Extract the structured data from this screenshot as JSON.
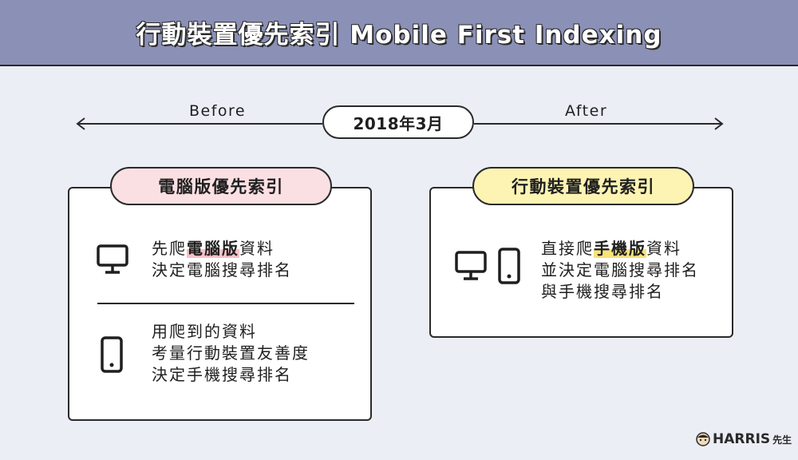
{
  "header": {
    "title": "行動裝置優先索引 Mobile First Indexing"
  },
  "timeline": {
    "before_label": "Before",
    "after_label": "After",
    "date": "2018年3月"
  },
  "left_panel": {
    "title": "電腦版優先索引",
    "block1": {
      "line1_prefix": "先爬",
      "line1_highlight": "電腦版",
      "line1_suffix": "資料",
      "line2": "決定電腦搜尋排名"
    },
    "block2": {
      "line1": "用爬到的資料",
      "line2": "考量行動裝置友善度",
      "line3": "決定手機搜尋排名"
    }
  },
  "right_panel": {
    "title": "行動裝置優先索引",
    "block": {
      "line1_prefix": "直接爬",
      "line1_highlight": "手機版",
      "line1_suffix": "資料",
      "line2": "並決定電腦搜尋排名",
      "line3": "與手機搜尋排名"
    }
  },
  "watermark": {
    "brand": "HARRIS",
    "suffix": "先生"
  },
  "colors": {
    "header_bg": "#8b90b6",
    "page_bg": "#ebeef5",
    "left_pill": "#fbe0e3",
    "right_pill": "#fdf3b3",
    "outline": "#2a2a2a"
  },
  "icons": {
    "desktop": "desktop-monitor-icon",
    "phone": "smartphone-icon",
    "avatar": "harris-avatar-icon"
  }
}
